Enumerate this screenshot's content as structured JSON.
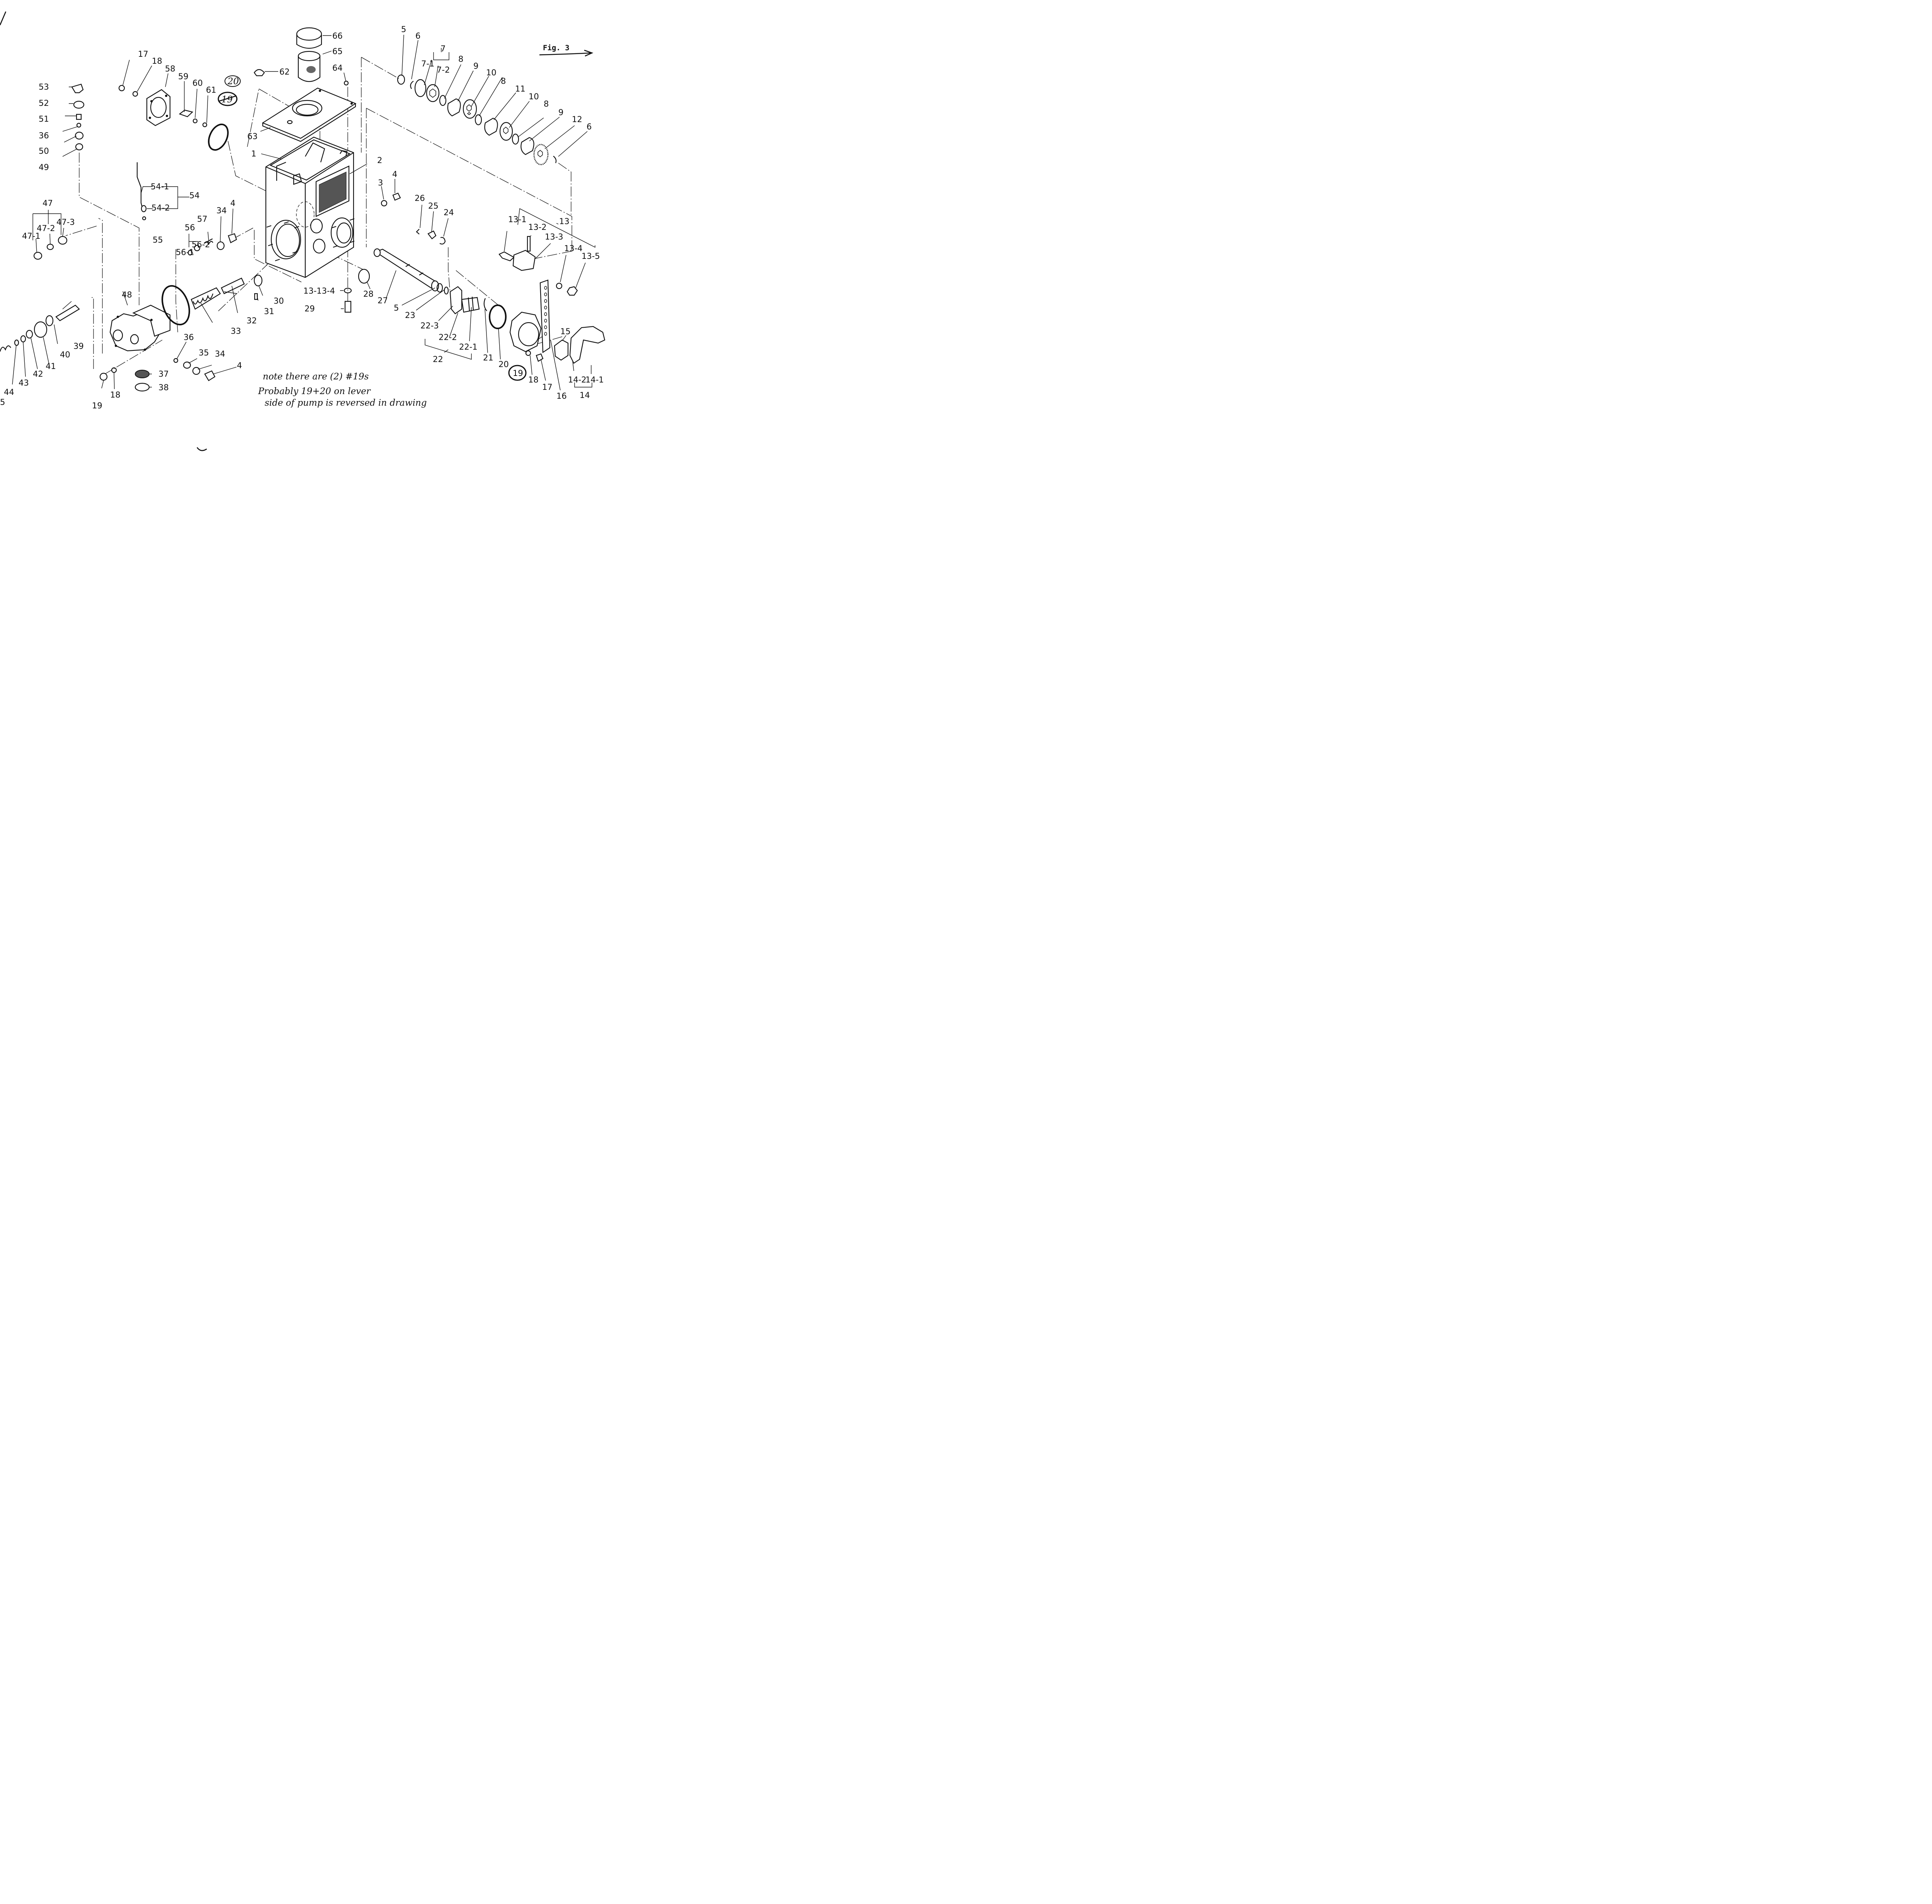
{
  "figure": {
    "label": "Fig. 3"
  },
  "note": {
    "lines": [
      "note there are (2) #19s",
      "Probably 19+20 on lever",
      "side of pump is reversed in drawing"
    ],
    "circled_20": "20",
    "circled_19_crossed": "19",
    "circled_19": "19"
  },
  "labels": {
    "n1": "1",
    "n2": "2",
    "n3": "3",
    "n4a": "4",
    "n4b": "4",
    "n4c": "4",
    "n5a": "5",
    "n5b": "5",
    "n6a": "6",
    "n6b": "6",
    "n7": "7",
    "n7_1": "7-1",
    "n7_2": "7-2",
    "n8a": "8",
    "n8b": "8",
    "n8c": "8",
    "n9a": "9",
    "n9b": "9",
    "n10a": "10",
    "n10b": "10",
    "n11": "11",
    "n12": "12",
    "n13": "13",
    "n13_1": "13-1",
    "n13_2": "13-2",
    "n13_3": "13-3",
    "n13_4": "13-4",
    "n13_5": "13-5",
    "n13_13_4": "13-13-4",
    "n14": "14",
    "n14_1": "14-1",
    "n14_2": "14-2",
    "n15": "15",
    "n16": "16",
    "n17a": "17",
    "n17b": "17",
    "n18a": "18",
    "n18b": "18",
    "n18c": "18",
    "n19": "19",
    "n20": "20",
    "n21": "21",
    "n22": "22",
    "n22_1": "22-1",
    "n22_2": "22-2",
    "n22_3": "22-3",
    "n23": "23",
    "n24": "24",
    "n25": "25",
    "n26": "26",
    "n27": "27",
    "n28": "28",
    "n29": "29",
    "n30": "30",
    "n31": "31",
    "n32": "32",
    "n33": "33",
    "n34a": "34",
    "n34b": "34",
    "n35": "35",
    "n36a": "36",
    "n36b": "36",
    "n37": "37",
    "n38": "38",
    "n39": "39",
    "n40": "40",
    "n41": "41",
    "n42": "42",
    "n43": "43",
    "n44": "44",
    "n45": "5",
    "n47": "47",
    "n47_1": "47-1",
    "n47_2": "47-2",
    "n47_3": "47-3",
    "n48": "48",
    "n49": "49",
    "n50": "50",
    "n51": "51",
    "n52": "52",
    "n53": "53",
    "n54": "54",
    "n54_1": "54-1",
    "n54_2": "54-2",
    "n55": "55",
    "n56": "56",
    "n56_1": "56-1",
    "n56_2": "56-2",
    "n57": "57",
    "n58": "58",
    "n59": "59",
    "n60": "60",
    "n61": "61",
    "n62": "62",
    "n63": "63",
    "n64": "64",
    "n65": "65",
    "n66": "66"
  }
}
